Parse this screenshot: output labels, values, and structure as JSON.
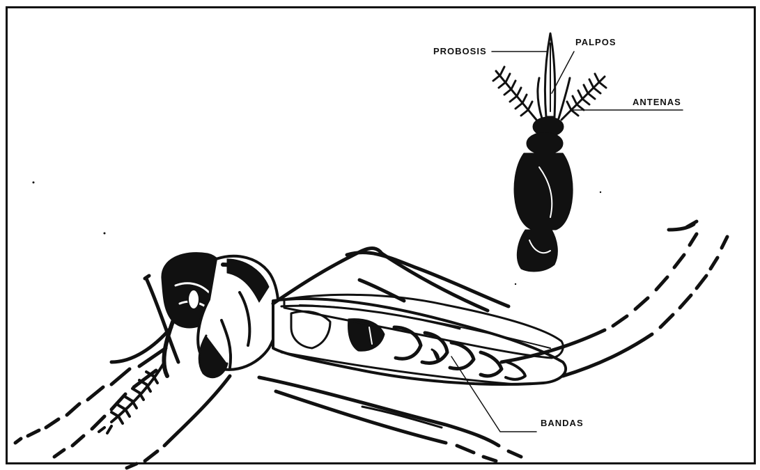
{
  "labels": {
    "probosis": "PROBOSIS",
    "palpos": "PALPOS",
    "antenas": "ANTENAS",
    "bandas": "BANDAS"
  },
  "colors": {
    "ink": "#111111",
    "paper": "#ffffff"
  }
}
